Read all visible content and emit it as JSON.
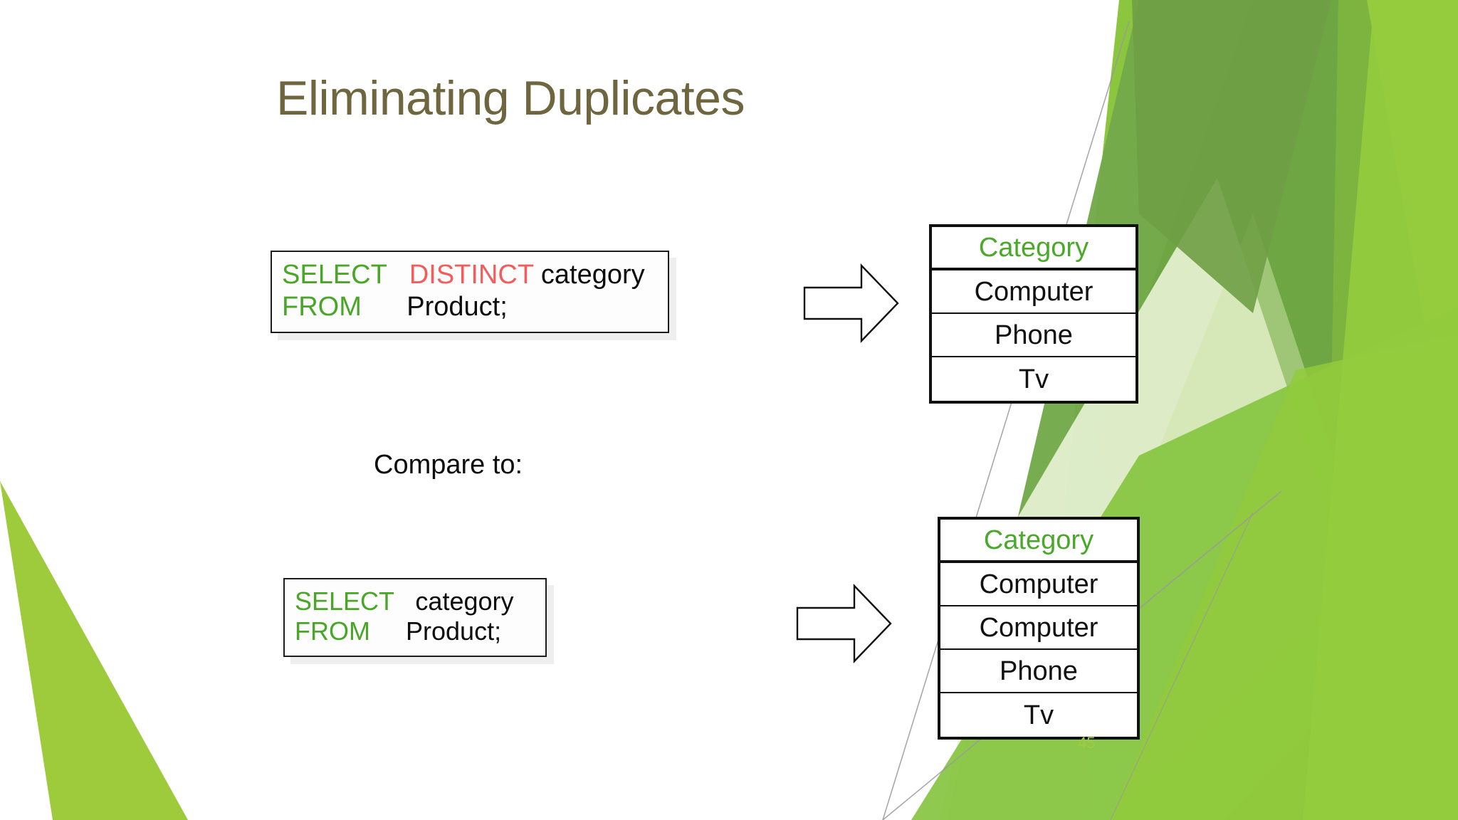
{
  "slide": {
    "title": "Eliminating Duplicates",
    "page_number": "45",
    "title_color": "#6e663f",
    "background_color": "#ffffff"
  },
  "colors": {
    "keyword_green": "#49a626",
    "distinct_red": "#f45b5b",
    "body_black": "#111111",
    "header_green": "#4aa82a",
    "page_number_green": "#a5c940",
    "accent_bright_green": "#9dcb3b",
    "accent_mid_green": "#76bc21",
    "accent_dark_green": "#74a94a",
    "accent_pale_green": "#e4f1cc"
  },
  "code_blocks": [
    {
      "id": "distinct-query",
      "lines": [
        {
          "keyword": "SELECT",
          "gap": "   ",
          "modifier": "DISTINCT",
          "rest": " category"
        },
        {
          "keyword": "FROM",
          "gap": "      ",
          "modifier": "",
          "rest": "Product;"
        }
      ]
    },
    {
      "id": "plain-query",
      "lines": [
        {
          "keyword": "SELECT",
          "gap": "   ",
          "modifier": "",
          "rest": "category"
        },
        {
          "keyword": "FROM",
          "gap": "     ",
          "modifier": "",
          "rest": "Product;"
        }
      ]
    }
  ],
  "compare_label": "Compare to:",
  "tables": [
    {
      "id": "distinct-result",
      "header": "Category",
      "rows": [
        "Computer",
        "Phone",
        "Tv"
      ]
    },
    {
      "id": "all-result",
      "header": "Category",
      "rows": [
        "Computer",
        "Computer",
        "Phone",
        "Tv"
      ]
    }
  ],
  "arrows": [
    {
      "id": "arrow-top",
      "direction": "right"
    },
    {
      "id": "arrow-bottom",
      "direction": "right"
    }
  ]
}
